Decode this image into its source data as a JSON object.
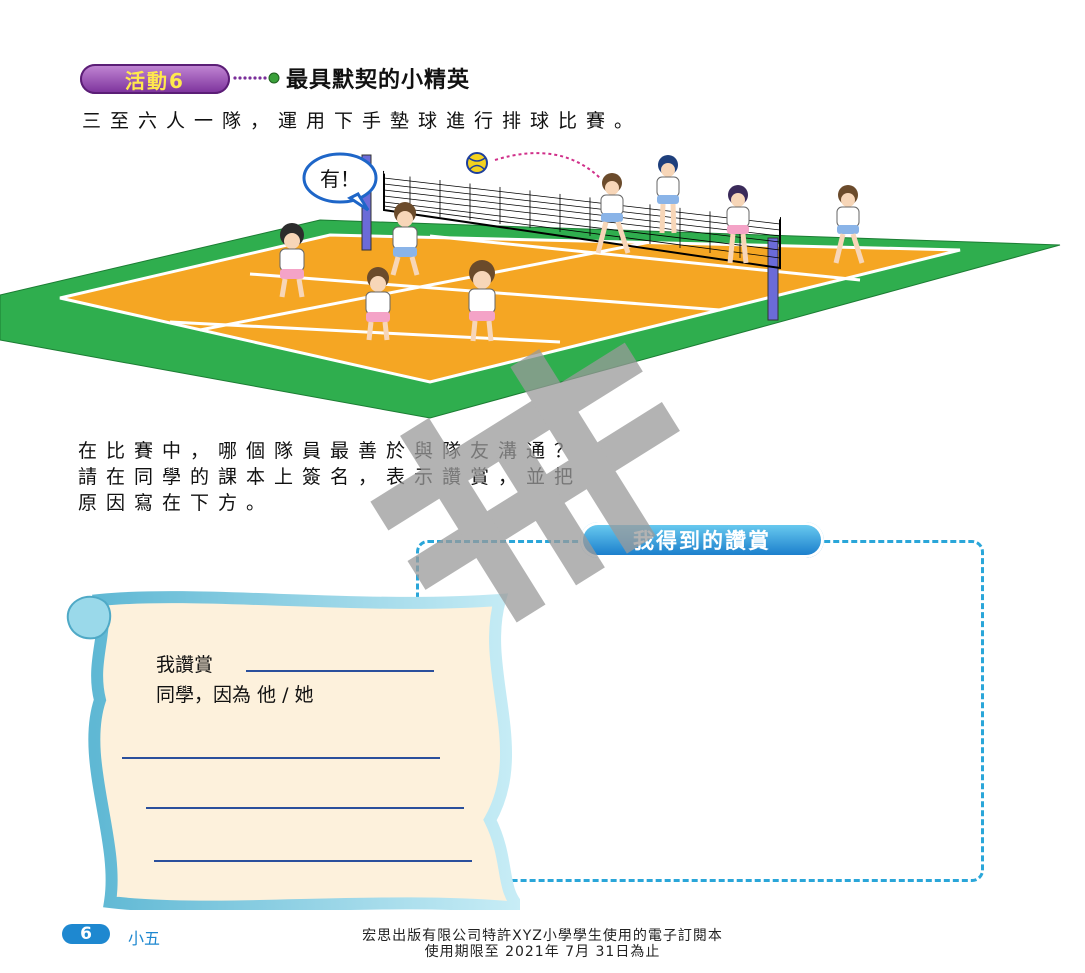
{
  "activity": {
    "badge": "活動6",
    "title": "最具默契的小精英",
    "instruction": "三至六人一隊，運用下手墊球進行排球比賽。"
  },
  "illustration": {
    "speech_bubble": "有！"
  },
  "question": {
    "lines": [
      "在比賽中，哪個隊員最善於與隊友溝通？",
      "請在同學的課本上簽名，表示讚賞，並把",
      "原因寫在下方。"
    ]
  },
  "praise": {
    "badge": "我得到的讚賞",
    "line1": "我讚賞",
    "line2": "同學，因為 他 / 她"
  },
  "footer": {
    "page_number": "6",
    "grade": "小五",
    "line1": "宏思出版有限公司特許XYZ小學學生使用的電子訂閱本",
    "line2": "使用期限至 2021年 7月 31日為止"
  },
  "colors": {
    "badge_purple": "#7a2f9a",
    "badge_text": "#ffe94d",
    "court_orange": "#f5a623",
    "court_green": "#2fae4e",
    "accent_blue": "#1e88d0",
    "dashed_border": "#2aa6d9",
    "scroll_fill": "#fdf1dc",
    "scroll_edge": "#8fd3e6"
  }
}
